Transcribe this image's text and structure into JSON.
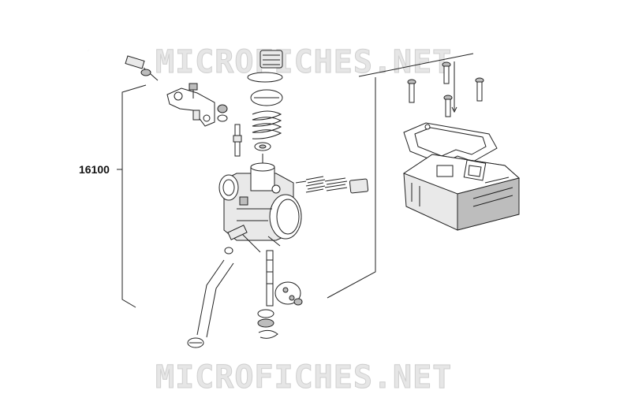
{
  "watermark": {
    "top_text": "MICROFICHES.NET",
    "bottom_text": "MICROFICHES.NET"
  },
  "callouts": {
    "assembly_ref": "16100"
  },
  "colors": {
    "line": "#222222",
    "watermark_fill": "#e6e6e6",
    "part_shade": "#bdbdbd"
  }
}
